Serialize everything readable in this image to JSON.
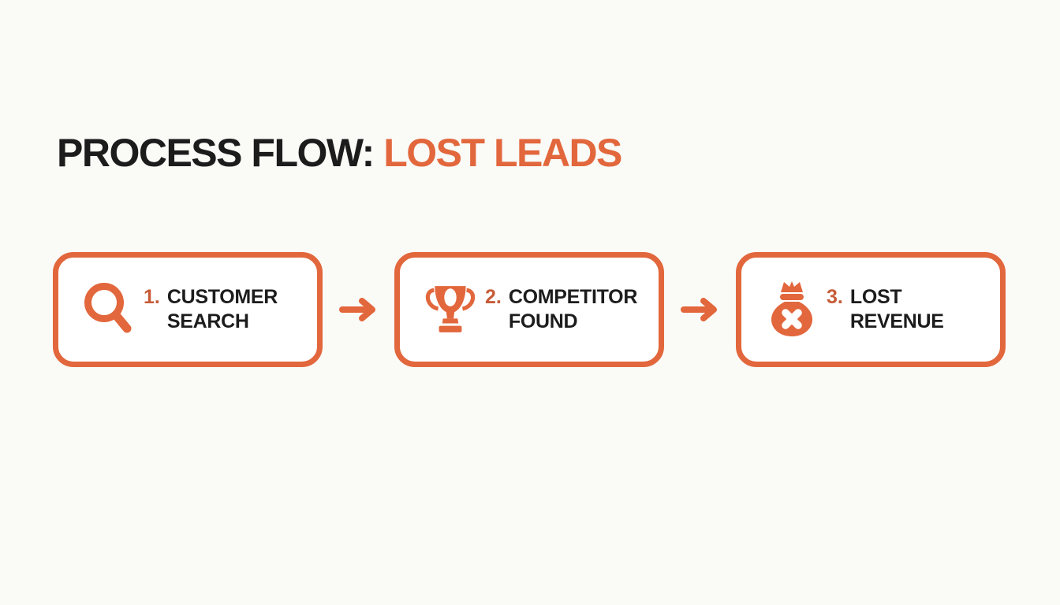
{
  "title": {
    "prefix": "PROCESS FLOW:",
    "highlight": "LOST LEADS"
  },
  "steps": [
    {
      "number": "1.",
      "label": "CUSTOMER SEARCH",
      "icon": "search-icon"
    },
    {
      "number": "2.",
      "label": "COMPETITOR FOUND",
      "icon": "trophy-icon"
    },
    {
      "number": "3.",
      "label": "LOST REVENUE",
      "icon": "money-bag-x-icon"
    }
  ],
  "connectors": [
    {
      "icon": "arrow-right-icon"
    },
    {
      "icon": "arrow-right-icon"
    }
  ],
  "colors": {
    "accent": "#E2673C",
    "number": "#C75B38",
    "text": "#1C1C1C",
    "background": "#FAFAF7",
    "box_background": "#FFFFFF"
  }
}
